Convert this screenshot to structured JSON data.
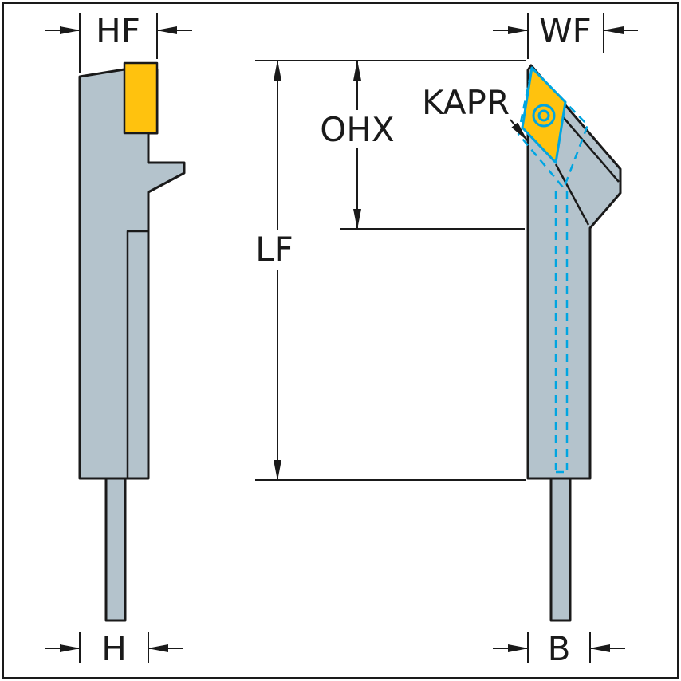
{
  "drawing": {
    "labels": {
      "hf": "HF",
      "wf": "WF",
      "kapr": "KAPR",
      "ohx": "OHX",
      "lf": "LF",
      "h": "H",
      "b": "B"
    }
  },
  "colors": {
    "background": "#ffffff",
    "line": "#1a1a1a",
    "body": "#b4c3cc",
    "insert": "#ffc20e",
    "highlight": "#00a5e1"
  }
}
